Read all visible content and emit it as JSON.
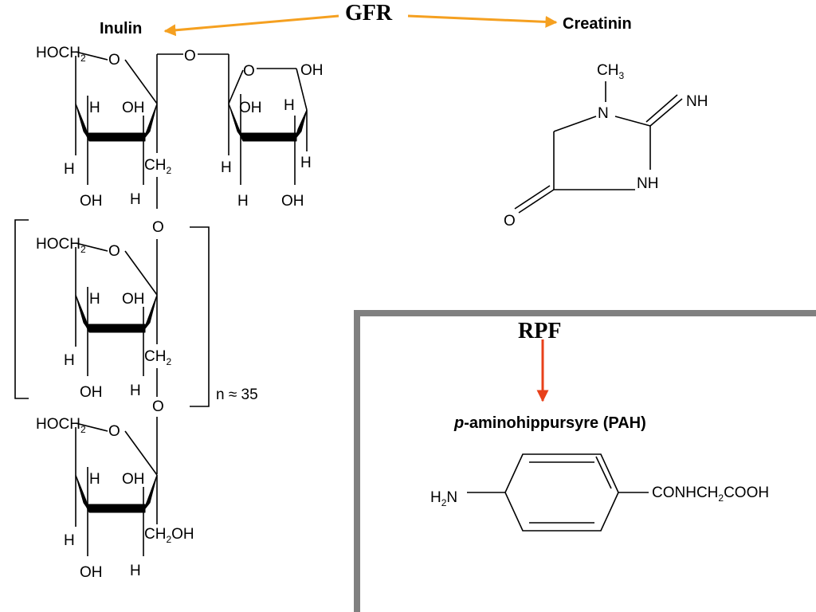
{
  "header": {
    "gfr": "GFR",
    "inulin": "Inulin",
    "creatinin": "Creatinin"
  },
  "inulin": {
    "hoch2": "HOCH",
    "sub2": "2",
    "ring_o": "O",
    "bridge_o": "O",
    "h": "H",
    "oh": "OH",
    "ch2": "CH",
    "ch2oh_a": "CH",
    "ch2oh_b": "OH",
    "repeat": "n ≈ 35"
  },
  "creatinine": {
    "ch3": "CH",
    "sub3": "3",
    "n": "N",
    "nh": "NH",
    "o": "O"
  },
  "rpf_panel": {
    "title": "RPF",
    "pah_italic": "p",
    "pah_rest": "-aminohippursyre (PAH)",
    "h2n_h": "H",
    "h2n_2": "2",
    "h2n_n": "N",
    "right_a": "CONHCH",
    "right_2": "2",
    "right_b": "COOH"
  },
  "colors": {
    "gfr_arrow": "#f5a020",
    "rpf_arrow": "#e8401a",
    "panel_border": "#808080"
  }
}
